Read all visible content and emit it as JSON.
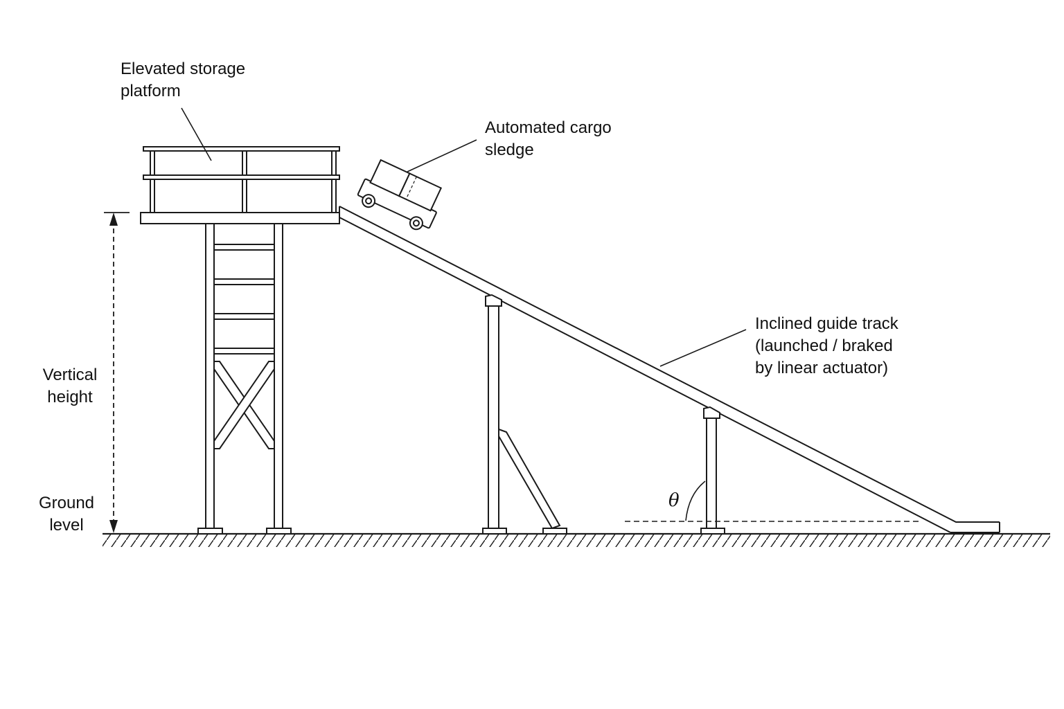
{
  "labels": {
    "platform": [
      "Elevated storage",
      "platform"
    ],
    "sledge": [
      "Automated cargo",
      "sledge"
    ],
    "track": [
      "Inclined guide track",
      "(launched / braked",
      "by linear actuator)"
    ],
    "height": [
      "Vertical",
      "height"
    ],
    "ground": [
      "Ground",
      "level"
    ],
    "angle": "θ"
  },
  "colors": {
    "line": "#1a1a1a",
    "background": "#ffffff"
  }
}
